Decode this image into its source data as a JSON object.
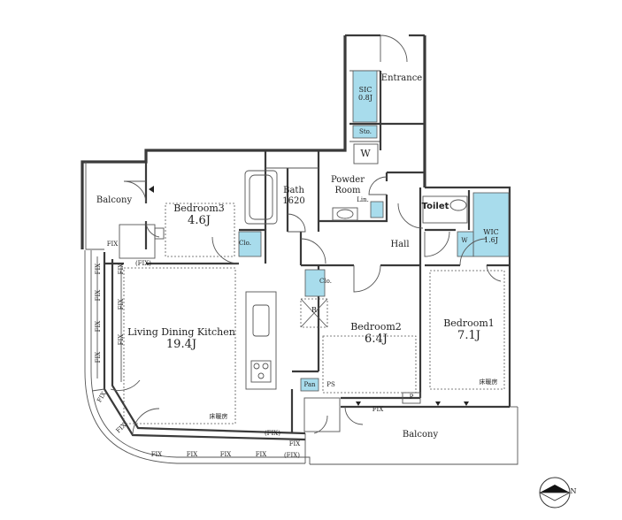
{
  "rooms": {
    "ldk": {
      "name": "Living Dining Kitchen",
      "size": "19.4J"
    },
    "bedroom1": {
      "name": "Bedroom1",
      "size": "7.1J"
    },
    "bedroom2": {
      "name": "Bedroom2",
      "size": "6.4J"
    },
    "bedroom3": {
      "name": "Bedroom3",
      "size": "4.6J"
    },
    "bath": {
      "name": "Bath",
      "size": "1620"
    },
    "powder": {
      "name_line1": "Powder",
      "name_line2": "Room"
    },
    "entrance": {
      "name": "Entrance"
    },
    "sic": {
      "name": "SIC",
      "size": "0.8J"
    },
    "wic": {
      "name": "WIC",
      "size": "1.6J"
    },
    "hall": {
      "name": "Hall"
    },
    "toilet": {
      "name": "Toilet"
    },
    "balcony_top": {
      "name": "Balcony"
    },
    "balcony_bottom": {
      "name": "Balcony"
    }
  },
  "fixtures": {
    "sto": "Sto.",
    "w": "W",
    "lin": "Lin.",
    "clo": "Clo.",
    "r": "R",
    "pan": "Pan",
    "ps": "PS",
    "p": "P",
    "w_small": "W",
    "floor_heating": "床暖房"
  },
  "window_labels": [
    "FIX",
    "(FIX)",
    "FIX",
    "FIX",
    "FIX",
    "FIX",
    "FIX",
    "FIX",
    "FIX",
    "FIX",
    "FIX",
    "FIX",
    "(FIX)",
    "FIX",
    "FIX",
    "FIX",
    "FIX",
    "(FIX)",
    "FIX"
  ],
  "compass": {
    "label": "N"
  },
  "colors": {
    "wet_area": "#a8dcec",
    "wall": "#3a3a3a",
    "line": "#555555"
  }
}
